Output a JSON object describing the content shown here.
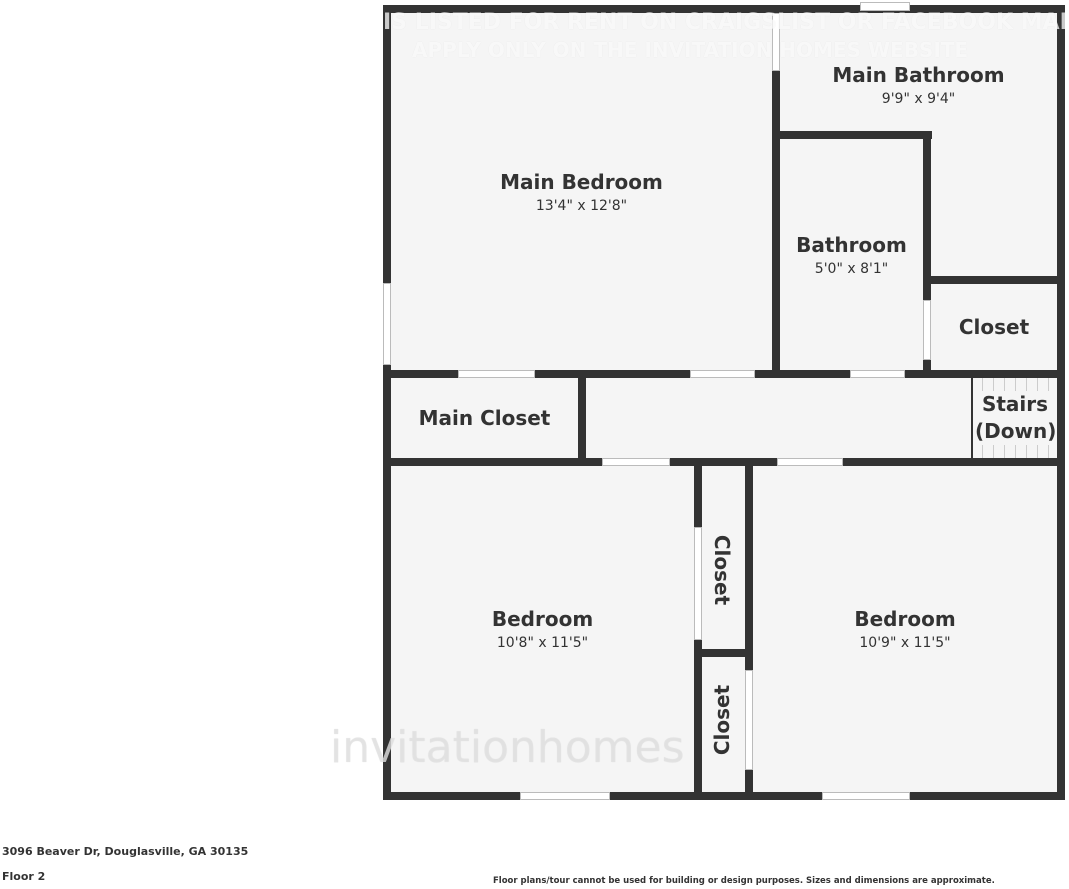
{
  "rooms": [
    {
      "name": "Main Bedroom",
      "dims": "13'4\" x 12'8\""
    },
    {
      "name": "Main Bathroom",
      "dims": "9'9\" x 9'4\""
    },
    {
      "name": "Bathroom",
      "dims": "5'0\" x 8'1\""
    },
    {
      "name": "Closet",
      "dims": ""
    },
    {
      "name": "Main Closet",
      "dims": ""
    },
    {
      "name": "Stairs (Down)",
      "dims": ""
    },
    {
      "name": "Closet",
      "dims": ""
    },
    {
      "name": "Closet",
      "dims": ""
    },
    {
      "name": "Bedroom",
      "dims": "10'8\" x 11'5\""
    },
    {
      "name": "Bedroom",
      "dims": "10'9\" x 11'5\""
    }
  ],
  "watermark": {
    "line1": "IS LISTED FOR RENT ON CRAIGSLIST OR FACEBOOK MARKETPLAC",
    "line2": "APPLY ONLY ON THE INVITATION HOMES WEBSITE",
    "logo": "invitationhomes"
  },
  "footer": {
    "address": "3096 Beaver Dr, Douglasville, GA 30135",
    "floor": "Floor 2",
    "disclaimer": "Floor plans/tour cannot be used for building or design purposes. Sizes and dimensions are approximate."
  },
  "colors": {
    "wall": "#333333",
    "floor": "#f5f5f5"
  }
}
